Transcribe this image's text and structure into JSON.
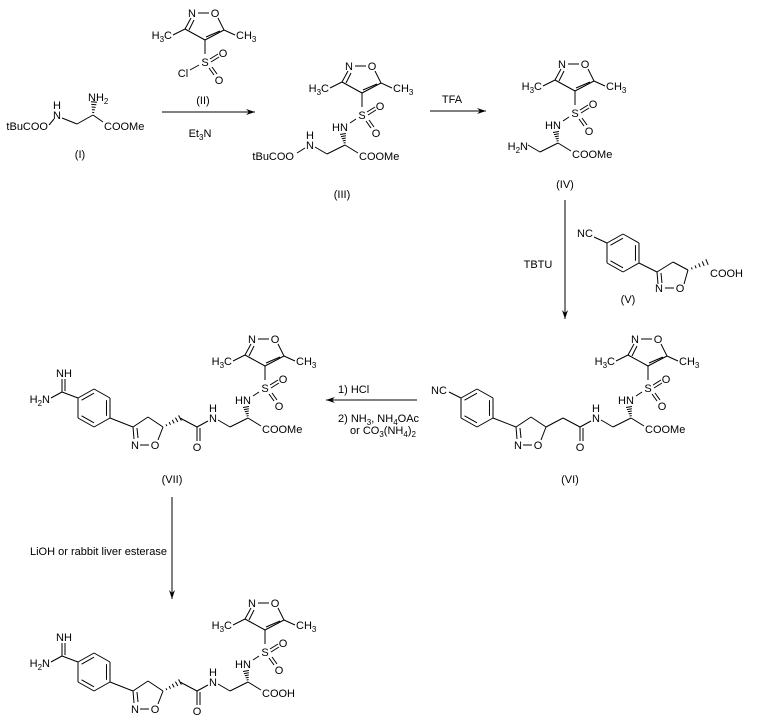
{
  "compound_labels": {
    "c1": "(I)",
    "c2": "(II)",
    "c3": "(III)",
    "c4": "(IV)",
    "c5": "(V)",
    "c6": "(VI)",
    "c7": "(VII)"
  },
  "reagents": {
    "step1": [
      "Et",
      "3",
      "N"
    ],
    "step2": "TFA",
    "step3": "TBTU",
    "step4a": "1)  HCl",
    "step4b": [
      "2)  NH",
      "3",
      ", NH",
      "4",
      "OAc"
    ],
    "step4c": [
      "or CO",
      "3",
      "(NH",
      "4",
      ")",
      "2"
    ],
    "step5": "LiOH or rabbit liver esterase"
  },
  "atoms": {
    "N": "N",
    "O": "O",
    "S": "S",
    "Cl": "Cl",
    "H": "H",
    "HN": "HN",
    "NH": "NH",
    "NC": "NC",
    "COOMe": "COOMe",
    "COOH": "COOH",
    "tBuCOO": "tBuCOO",
    "H3C": [
      "H",
      "3",
      "C"
    ],
    "CH3": [
      "CH",
      "3"
    ],
    "NH2": [
      "NH",
      "2"
    ],
    "H2N": [
      "H",
      "2",
      "N"
    ]
  },
  "colors": {
    "ink": "#000000",
    "background": "#ffffff"
  }
}
